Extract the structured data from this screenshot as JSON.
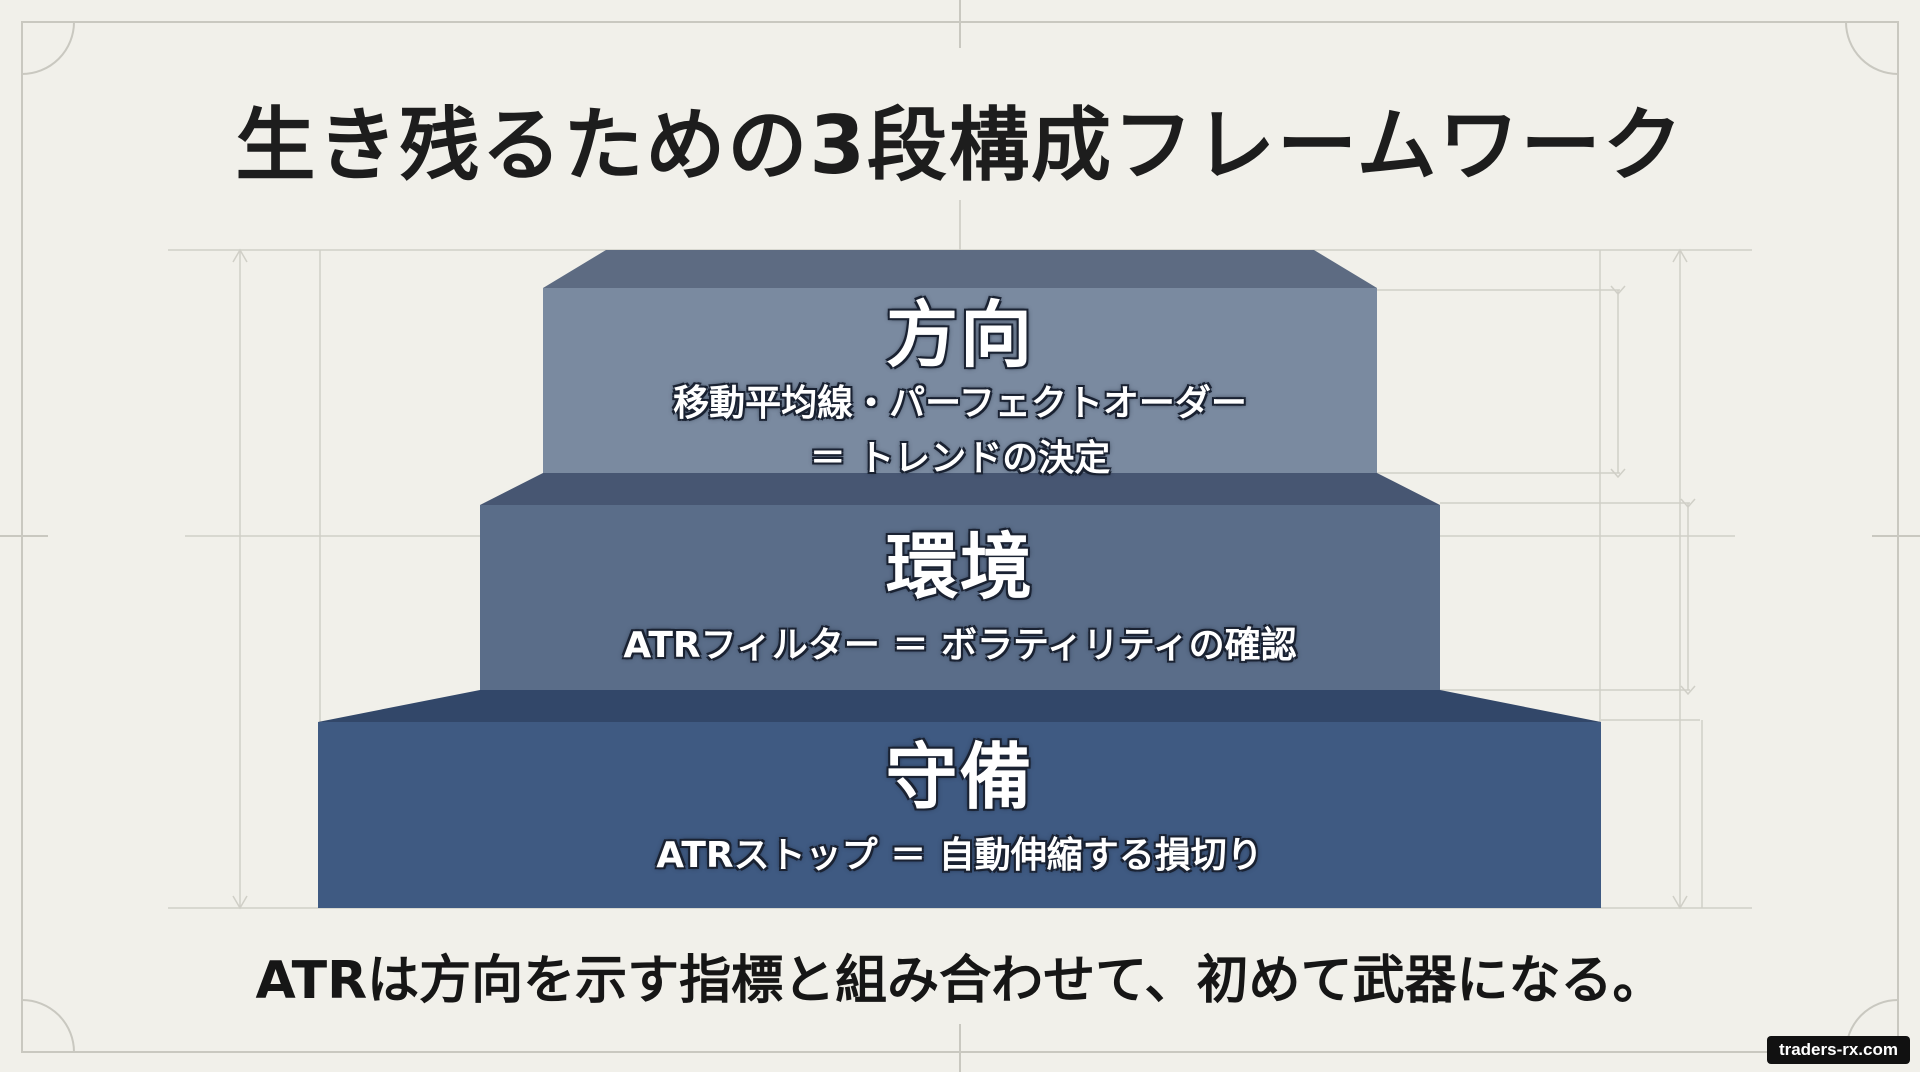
{
  "title": "生き残るための3段構成フレームワーク",
  "tiers": [
    {
      "title": "方向",
      "desc_line1": "移動平均線・パーフェクトオーダー",
      "desc_line2": "＝ トレンドの決定"
    },
    {
      "title": "環境",
      "desc_line1": "ATRフィルター ＝ ボラティリティの確認"
    },
    {
      "title": "守備",
      "desc_line1": "ATRストップ ＝ 自動伸縮する損切り"
    }
  ],
  "footer": "ATRは方向を示す指標と組み合わせて、初めて武器になる。",
  "watermark": "traders-rx.com",
  "colors": {
    "background": "#f1f0ea",
    "tier_top": "#7a8aa0",
    "tier_mid": "#5a6d89",
    "tier_bottom": "#3f5a82",
    "guide_lines": "#c9c8c0"
  }
}
